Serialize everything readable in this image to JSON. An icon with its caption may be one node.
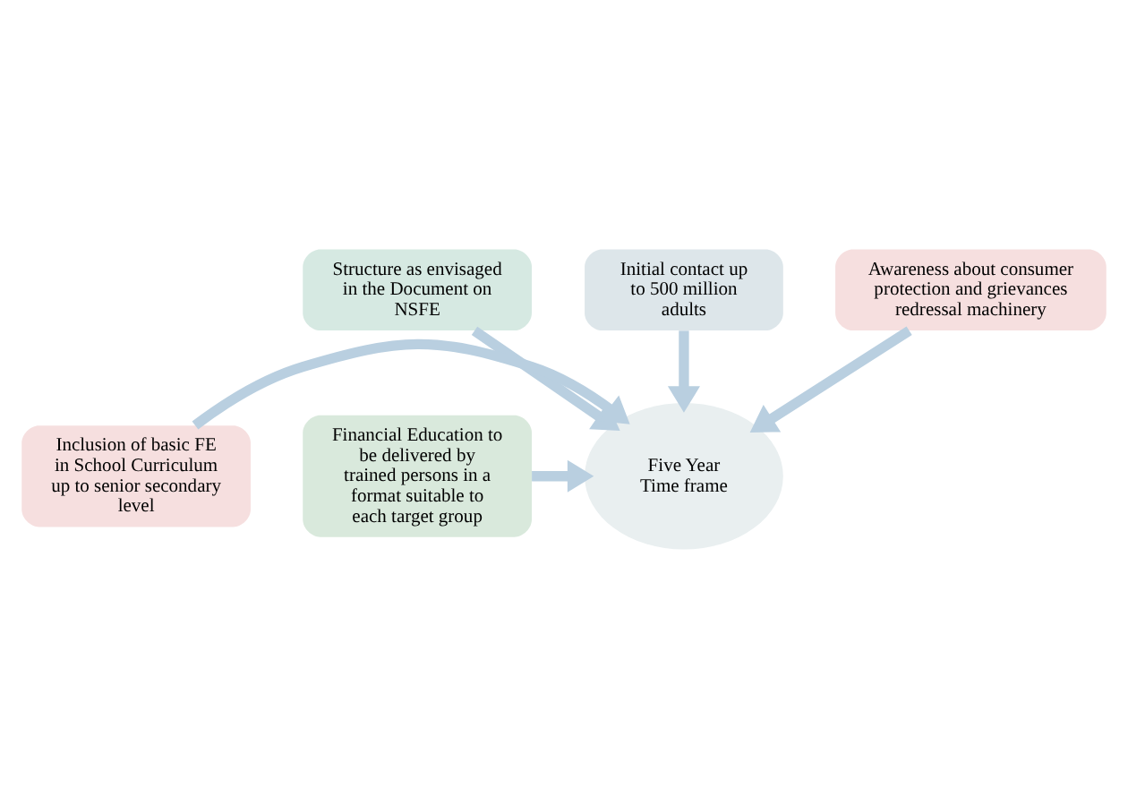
{
  "diagram": {
    "nodes": [
      {
        "text": [
          "Structure as envisaged in the Document on NSFE"
        ]
      },
      {
        "text": [
          "Initial contact up to 500 million adults"
        ]
      },
      {
        "text": [
          "Awareness about consumer protection and grievances redressal machinery"
        ]
      },
      {
        "text": [
          "Inclusion of basic FE in School Curriculum up to senior secondary level"
        ]
      },
      {
        "text": [
          "Five Year Time frame"
        ]
      },
      {
        "text": [
          "Financial Education to be delivered by trained persons in a format suitable to each target group"
        ]
      }
    ],
    "edges": [
      {
        "from": 0,
        "to": 4,
        "arrow": "to"
      },
      {
        "from": 1,
        "to": 4,
        "arrow": "to"
      },
      {
        "from": 2,
        "to": 4,
        "arrow": "to"
      },
      {
        "from": 3,
        "to": 4,
        "arrow": "to"
      },
      {
        "from": 5,
        "to": 4,
        "arrow": "to"
      }
    ]
  }
}
